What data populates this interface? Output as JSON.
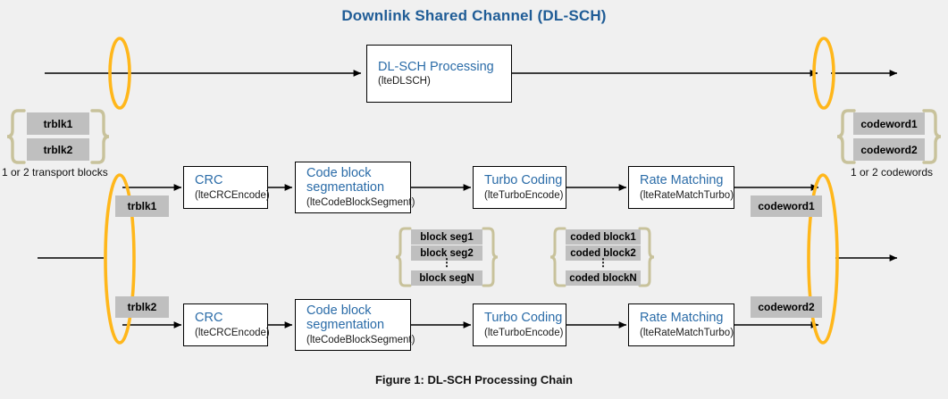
{
  "title": "Downlink Shared Channel (DL-SCH)",
  "caption": "Figure 1: DL-SCH Processing Chain",
  "colors": {
    "title_blue": "#1f5c96",
    "box_text_blue": "#2b6ca8",
    "highlight_ellipse": "#ffb71b",
    "brace": "#c8c29b",
    "label_grey": "#bfbfbf",
    "background": "#f0f0f0",
    "line": "#000000"
  },
  "top_chain": {
    "box": {
      "name": "DL-SCH Processing",
      "function": "(lteDLSCH)"
    }
  },
  "input_group": {
    "items": [
      "trblk1",
      "trblk2"
    ],
    "caption": "1 or 2 transport blocks"
  },
  "output_group": {
    "items": [
      "codeword1",
      "codeword2"
    ],
    "caption": "1 or 2 codewords"
  },
  "row1": {
    "input_label": "trblk1",
    "output_label": "codeword1",
    "stages": [
      {
        "name": "CRC",
        "function": "(lteCRCEncode)"
      },
      {
        "name": "Code block segmentation",
        "function": "(lteCodeBlockSegment)"
      },
      {
        "name": "Turbo Coding",
        "function": "(lteTurboEncode)"
      },
      {
        "name": "Rate Matching",
        "function": "(lteRateMatchTurbo)"
      }
    ]
  },
  "row2": {
    "input_label": "trblk2",
    "output_label": "codeword2",
    "stages": [
      {
        "name": "CRC",
        "function": "(lteCRCEncode)"
      },
      {
        "name": "Code block segmentation",
        "function": "(lteCodeBlockSegment)"
      },
      {
        "name": "Turbo Coding",
        "function": "(lteTurboEncode)"
      },
      {
        "name": "Rate Matching",
        "function": "(lteRateMatchTurbo)"
      }
    ]
  },
  "block_seg_group": {
    "items": [
      "block seg1",
      "block seg2",
      "block segN"
    ],
    "ellipsis": "⋮"
  },
  "coded_block_group": {
    "items": [
      "coded block1",
      "coded block2",
      "coded blockN"
    ],
    "ellipsis": "⋮"
  }
}
